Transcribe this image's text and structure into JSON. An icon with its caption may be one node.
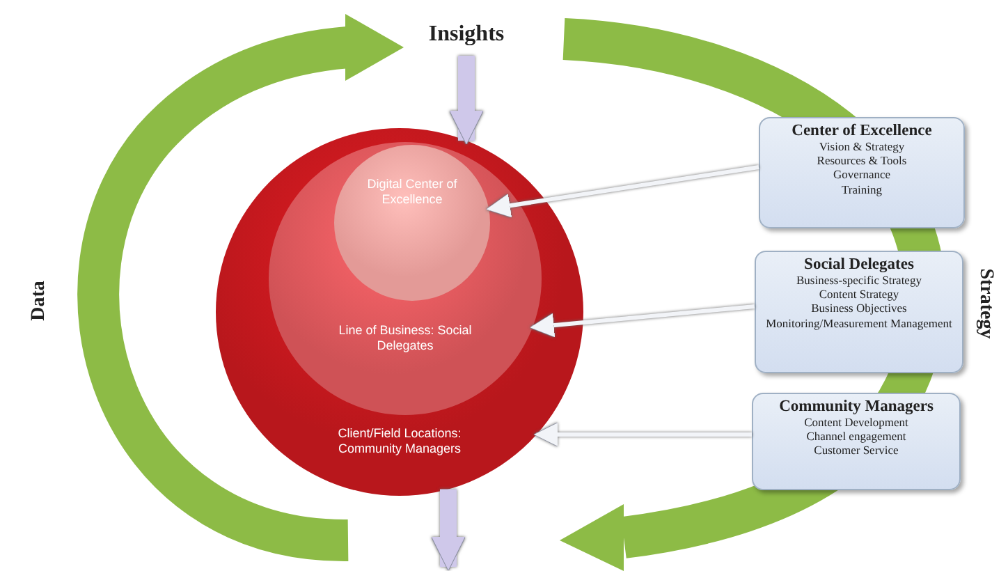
{
  "diagram": {
    "nodes": [
      {
        "text": [
          "Client/Field Locations: Community Managers"
        ]
      },
      {
        "text": [
          "Line of Business: Social Delegates"
        ],
        "in": 0
      },
      {
        "text": [
          "Digital Center of Excellence"
        ],
        "in": 1
      },
      {
        "text": [
          "Center of Excellence",
          "Vision & Strategy",
          "Resources & Tools",
          "Governance",
          "Training"
        ]
      },
      {
        "text": [
          "Social Delegates",
          "Business-specific Strategy",
          "Content Strategy",
          "Business Objectives",
          "Monitoring/Measurement Management"
        ]
      },
      {
        "text": [
          "Community Managers",
          "Content Development",
          "Channel engagement",
          "Customer Service"
        ]
      },
      {
        "text": [
          "Insights"
        ]
      }
    ],
    "edges": [
      {
        "from": 3,
        "to": 2,
        "arrow": "to"
      },
      {
        "from": 4,
        "to": 1,
        "arrow": "to"
      },
      {
        "from": 5,
        "to": 0,
        "arrow": "to"
      },
      {
        "from": 6,
        "to": 0,
        "arrow": "to",
        "style": "thick",
        "color": "#cfc8ea"
      },
      {
        "from": 0,
        "to": null,
        "arrow": "to",
        "style": "thick",
        "color": "#cfc8ea"
      }
    ],
    "labels": [
      "Data",
      "Strategy"
    ]
  }
}
